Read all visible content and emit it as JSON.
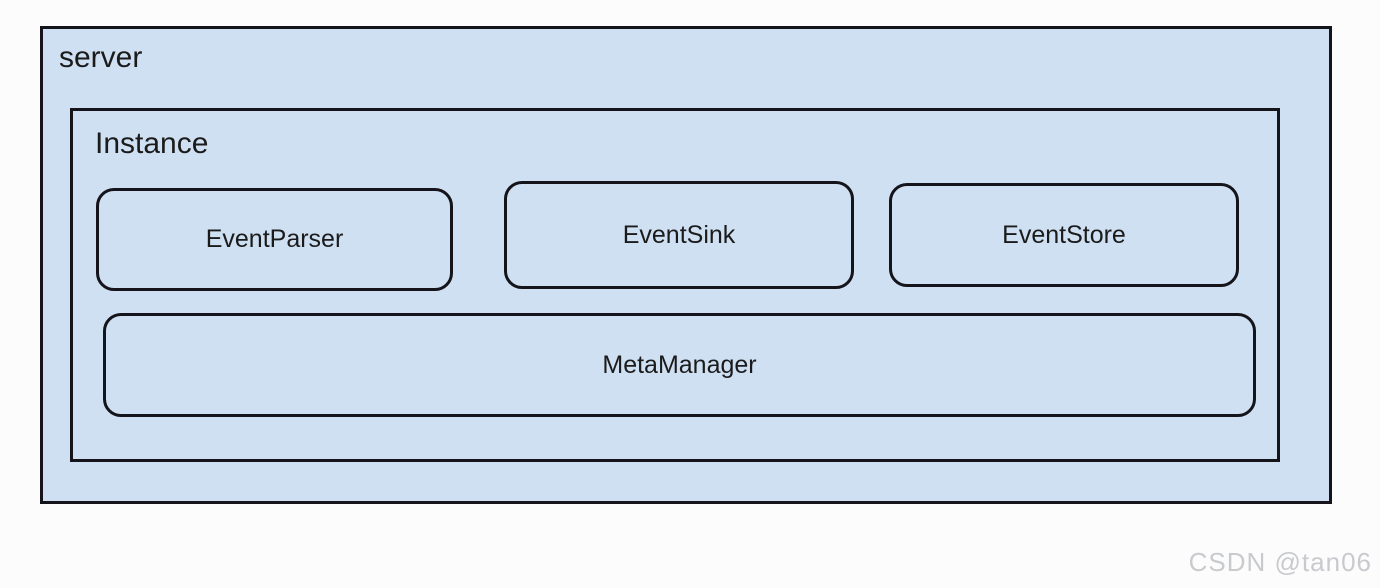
{
  "diagram": {
    "server": {
      "label": "server"
    },
    "instance": {
      "label": "Instance",
      "components": [
        {
          "id": "event-parser",
          "label": "EventParser"
        },
        {
          "id": "event-sink",
          "label": "EventSink"
        },
        {
          "id": "event-store",
          "label": "EventStore"
        }
      ],
      "meta": {
        "label": "MetaManager"
      }
    }
  },
  "watermark": {
    "text": "CSDN @tan06"
  },
  "colors": {
    "box_fill": "#cfe0f2",
    "box_border": "#14141a",
    "text": "#1b1b1b",
    "watermark": "#c9cacd",
    "background": "#fcfcfd"
  }
}
